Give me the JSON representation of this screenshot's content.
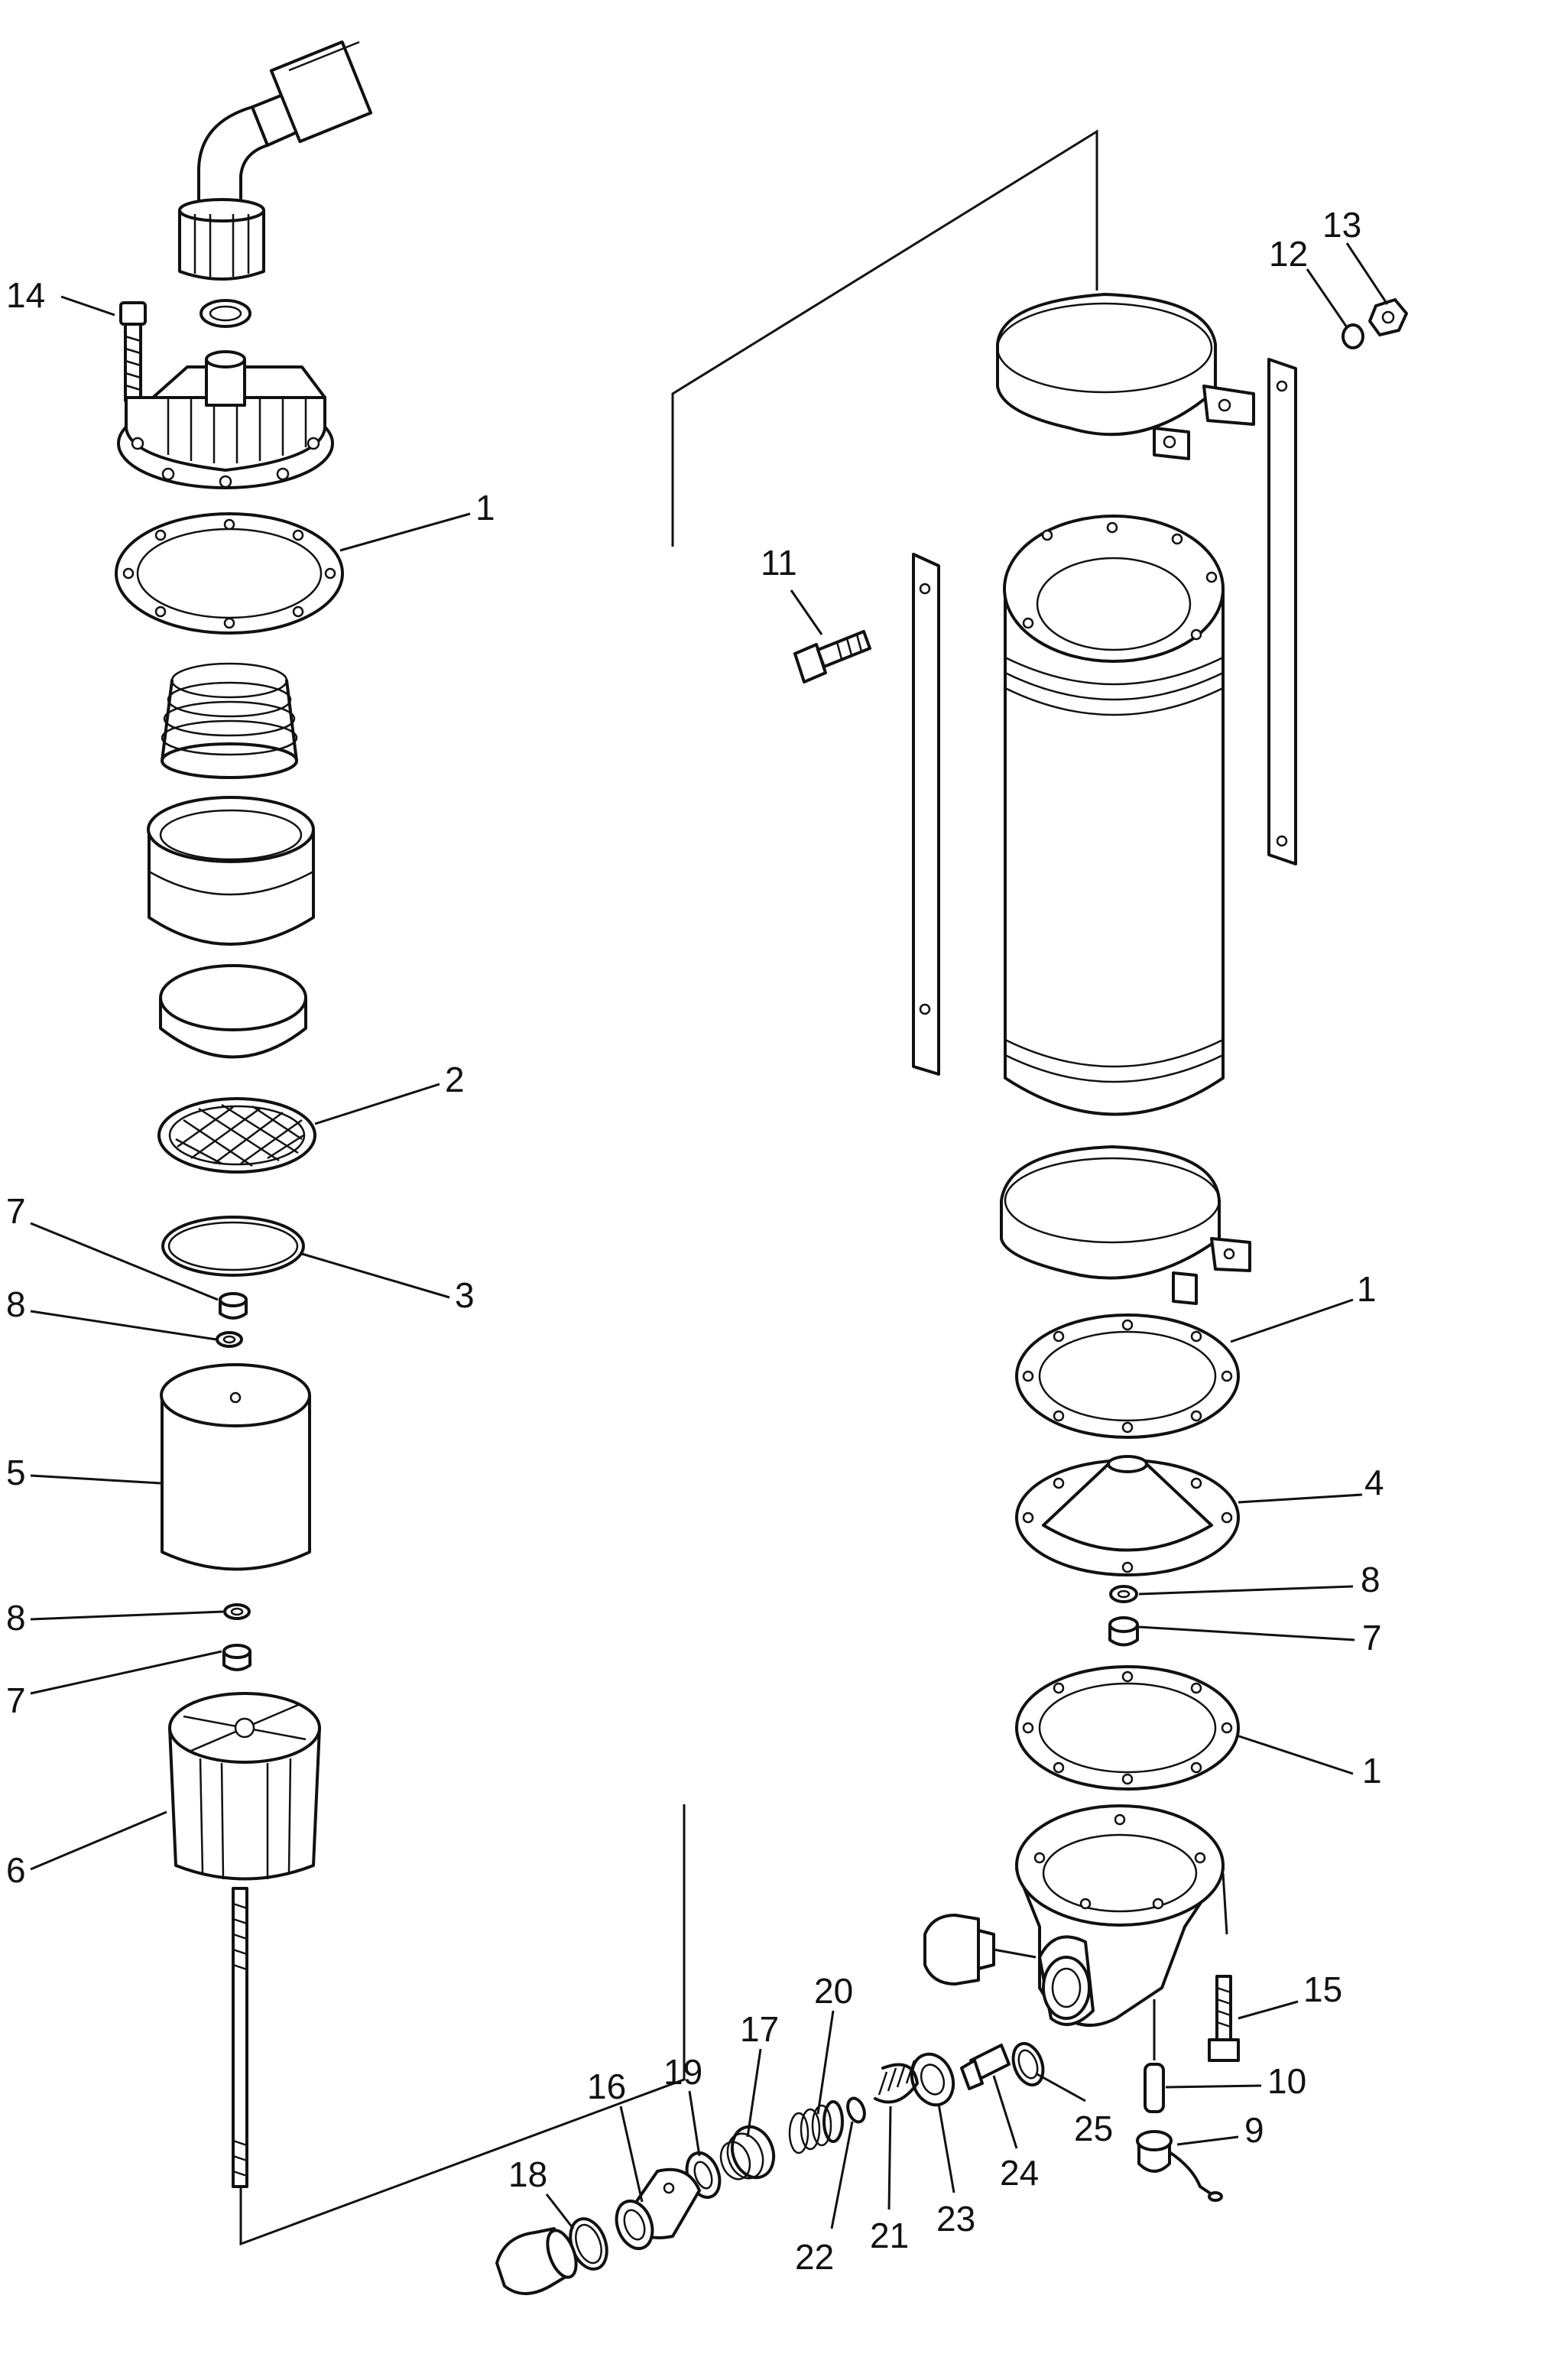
{
  "diagram": {
    "callouts": [
      {
        "id": "c14",
        "text": "14"
      },
      {
        "id": "c1a",
        "text": "1"
      },
      {
        "id": "c2",
        "text": "2"
      },
      {
        "id": "c7a",
        "text": "7"
      },
      {
        "id": "c3",
        "text": "3"
      },
      {
        "id": "c8a",
        "text": "8"
      },
      {
        "id": "c5",
        "text": "5"
      },
      {
        "id": "c8b",
        "text": "8"
      },
      {
        "id": "c7b",
        "text": "7"
      },
      {
        "id": "c6",
        "text": "6"
      },
      {
        "id": "c13",
        "text": "13"
      },
      {
        "id": "c12",
        "text": "12"
      },
      {
        "id": "c11",
        "text": "11"
      },
      {
        "id": "c1b",
        "text": "1"
      },
      {
        "id": "c4",
        "text": "4"
      },
      {
        "id": "c8c",
        "text": "8"
      },
      {
        "id": "c7c",
        "text": "7"
      },
      {
        "id": "c1c",
        "text": "1"
      },
      {
        "id": "c15",
        "text": "15"
      },
      {
        "id": "c10",
        "text": "10"
      },
      {
        "id": "c9",
        "text": "9"
      },
      {
        "id": "c25",
        "text": "25"
      },
      {
        "id": "c24",
        "text": "24"
      },
      {
        "id": "c23",
        "text": "23"
      },
      {
        "id": "c21",
        "text": "21"
      },
      {
        "id": "c22",
        "text": "22"
      },
      {
        "id": "c20",
        "text": "20"
      },
      {
        "id": "c17",
        "text": "17"
      },
      {
        "id": "c19",
        "text": "19"
      },
      {
        "id": "c16",
        "text": "16"
      },
      {
        "id": "c18",
        "text": "18"
      }
    ]
  }
}
